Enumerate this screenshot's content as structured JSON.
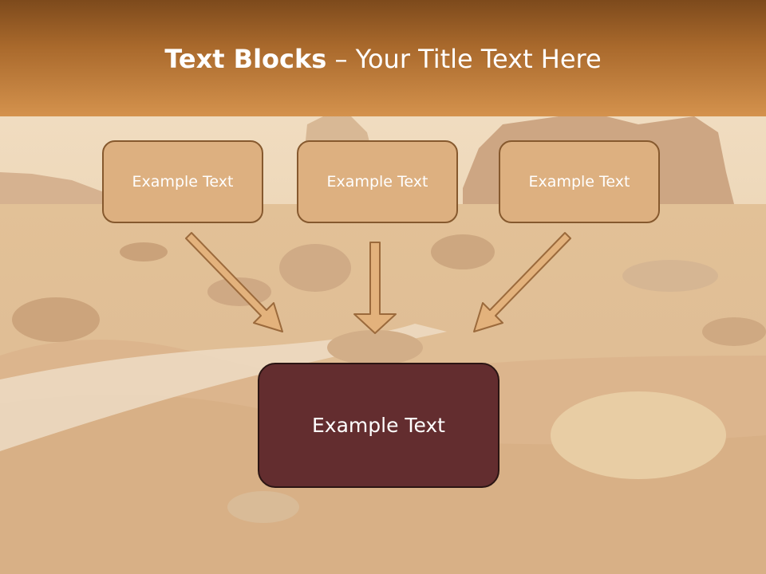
{
  "slide": {
    "title_bold": "Text Blocks",
    "title_sep": "–",
    "title_rest": "Your Title Text Here"
  },
  "diagram": {
    "top_boxes": [
      "Example Text",
      "Example Text",
      "Example Text"
    ],
    "bottom_box": "Example Text"
  },
  "colors": {
    "header_dark": "#7d4a1c",
    "header_light": "#d4924d",
    "box_fill": "#ddb080",
    "box_border": "#86592e",
    "bottom_box_fill": "#632d2f",
    "arrow_fill": "#e3b27c"
  }
}
